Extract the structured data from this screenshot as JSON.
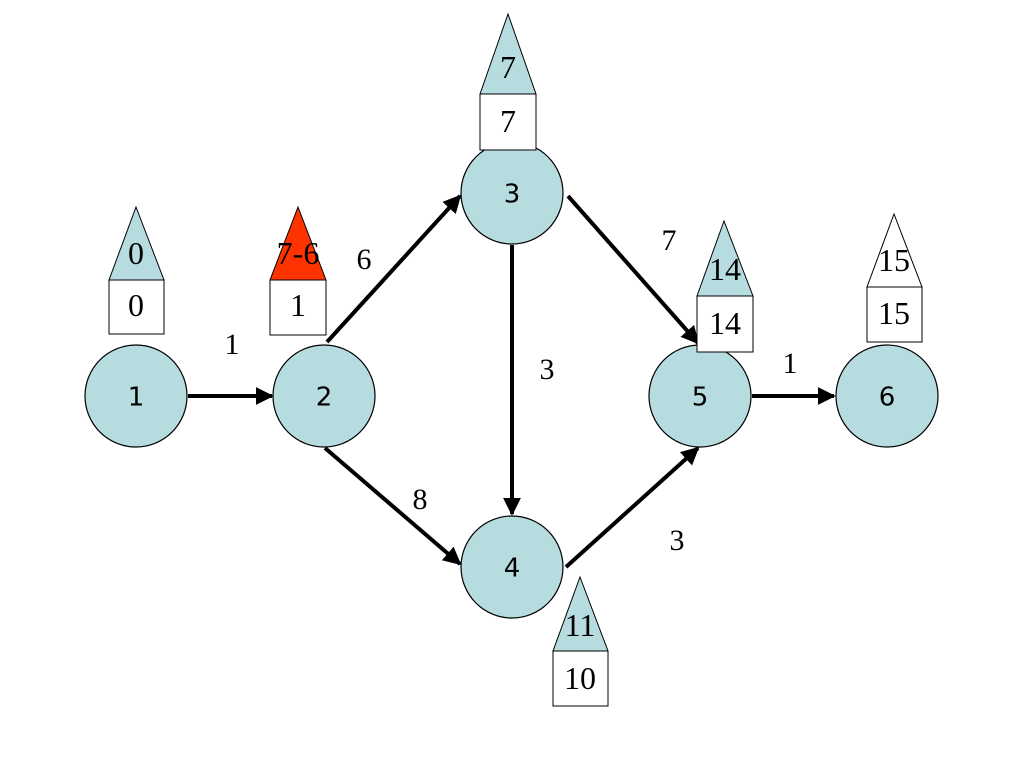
{
  "colors": {
    "node_fill": "#b7dce0",
    "node_stroke": "#000000",
    "edge": "#000000",
    "highlight_triangle": "#ff3300",
    "plain_triangle": "#ffffff",
    "box_fill": "#ffffff"
  },
  "nodes": [
    {
      "id": "1",
      "label": "1"
    },
    {
      "id": "2",
      "label": "2"
    },
    {
      "id": "3",
      "label": "3"
    },
    {
      "id": "4",
      "label": "4"
    },
    {
      "id": "5",
      "label": "5"
    },
    {
      "id": "6",
      "label": "6"
    }
  ],
  "edges": [
    {
      "from": "1",
      "to": "2",
      "weight": "1"
    },
    {
      "from": "2",
      "to": "3",
      "weight": "6"
    },
    {
      "from": "2",
      "to": "4",
      "weight": "8"
    },
    {
      "from": "3",
      "to": "4",
      "weight": "3"
    },
    {
      "from": "3",
      "to": "5",
      "weight": "7"
    },
    {
      "from": "4",
      "to": "5",
      "weight": "3"
    },
    {
      "from": "5",
      "to": "6",
      "weight": "1"
    }
  ],
  "markers": [
    {
      "node": "1",
      "triangle": "0",
      "box": "0",
      "triangle_color": "#b7dce0"
    },
    {
      "node": "2",
      "triangle": "7-6",
      "box": "1",
      "triangle_color": "#ff3300"
    },
    {
      "node": "3",
      "triangle": "7",
      "box": "7",
      "triangle_color": "#b7dce0"
    },
    {
      "node": "4",
      "triangle": "11",
      "box": "10",
      "triangle_color": "#b7dce0"
    },
    {
      "node": "5",
      "triangle": "14",
      "box": "14",
      "triangle_color": "#b7dce0"
    },
    {
      "node": "6",
      "triangle": "15",
      "box": "15",
      "triangle_color": "#ffffff"
    }
  ]
}
